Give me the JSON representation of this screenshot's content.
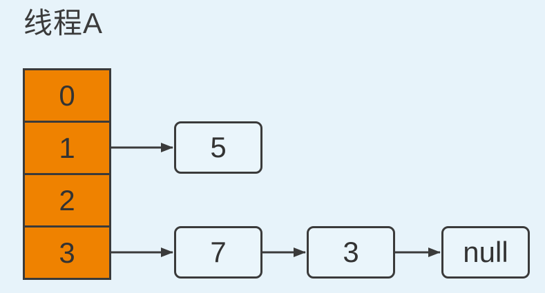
{
  "title": "线程A",
  "colors": {
    "background": "#e7f3fa",
    "array_cell_fill": "#ef8200",
    "outline": "#3a3a3a",
    "node_fill": "#eaf5fb",
    "text": "#333333"
  },
  "array_cells": [
    "0",
    "1",
    "2",
    "3"
  ],
  "chains": {
    "from_cell_1": [
      "5"
    ],
    "from_cell_3": [
      "7",
      "3",
      "null"
    ]
  }
}
